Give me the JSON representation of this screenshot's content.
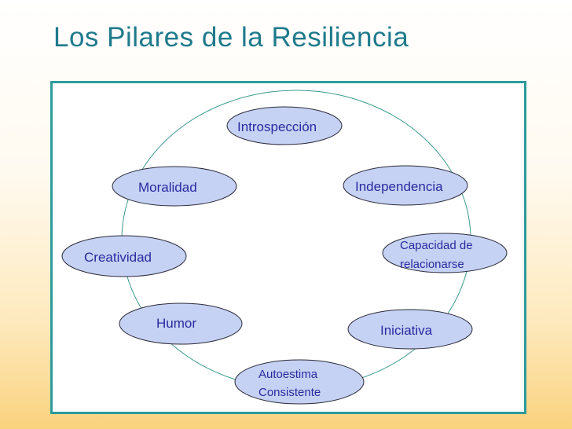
{
  "title": "Los Pilares de la Resiliencia",
  "colors": {
    "title_text": "#1f7a8c",
    "frame_border": "#2e9a9a",
    "circle_stroke": "#3c9a8c",
    "node_fill": "#c6d2f3",
    "node_text": "#2a2aa0"
  },
  "pillars": [
    {
      "id": "introspeccion",
      "lines": [
        "Introspección"
      ]
    },
    {
      "id": "independencia",
      "lines": [
        "Independencia"
      ]
    },
    {
      "id": "capacidad",
      "lines": [
        "Capacidad de",
        "relacionarse"
      ]
    },
    {
      "id": "iniciativa",
      "lines": [
        "Iniciativa"
      ]
    },
    {
      "id": "autoestima",
      "lines": [
        "Autoestima",
        "Consistente"
      ]
    },
    {
      "id": "humor",
      "lines": [
        "Humor"
      ]
    },
    {
      "id": "creatividad",
      "lines": [
        "Creatividad"
      ]
    },
    {
      "id": "moralidad",
      "lines": [
        "Moralidad"
      ]
    }
  ]
}
